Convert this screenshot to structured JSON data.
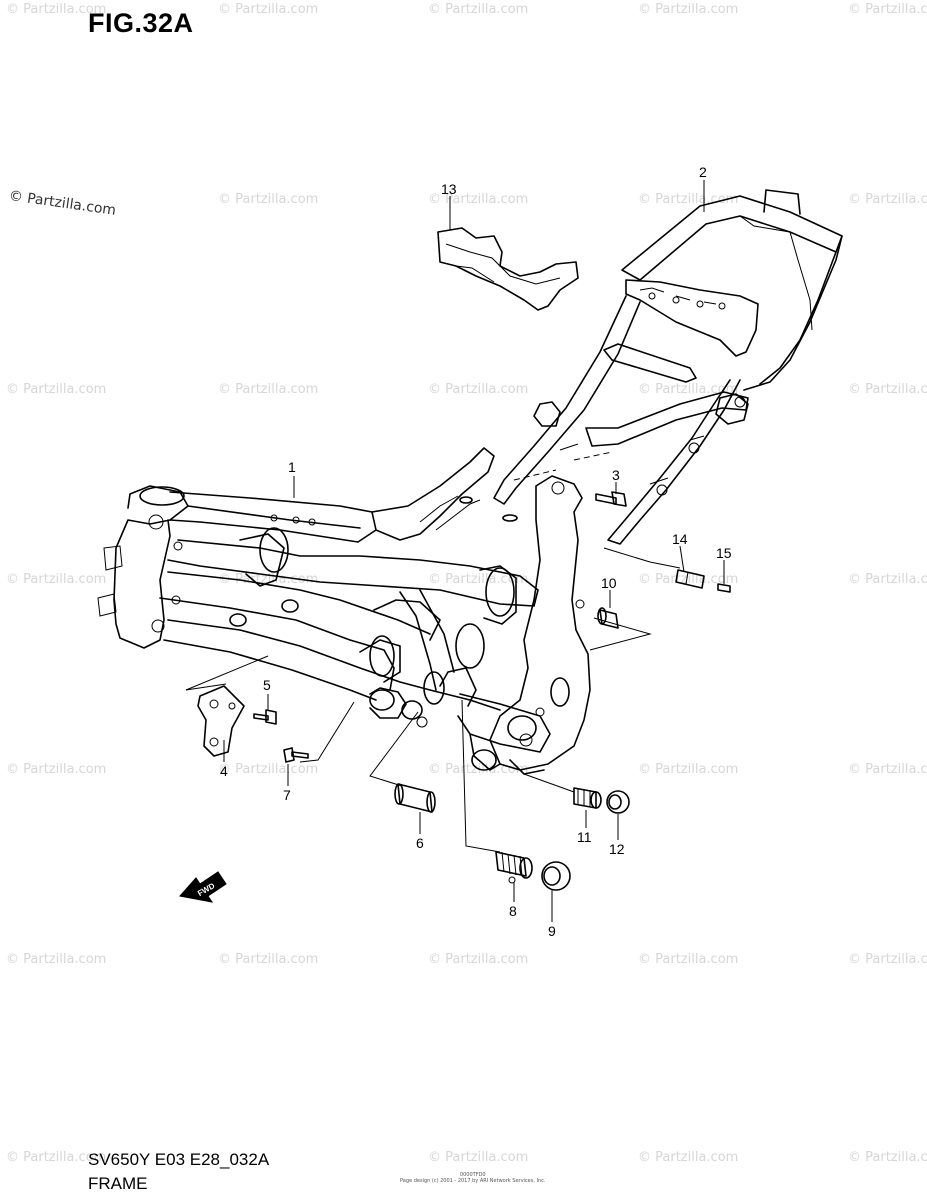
{
  "header": {
    "title": "FIG.32A"
  },
  "watermark": {
    "main": "© Partzilla.com",
    "tile": "© Partzilla.com"
  },
  "footer": {
    "model_code": "SV650Y E03 E28_032A",
    "section_name": "FRAME",
    "fine_print_1": "0000TFD0",
    "fine_print_2": "Page design (c) 2001 - 2017 by ARI Network Services, Inc."
  },
  "fwd_arrow": {
    "label": "FWD"
  },
  "callouts": [
    "1",
    "2",
    "3",
    "4",
    "5",
    "6",
    "7",
    "8",
    "9",
    "10",
    "11",
    "12",
    "13",
    "14",
    "15"
  ]
}
